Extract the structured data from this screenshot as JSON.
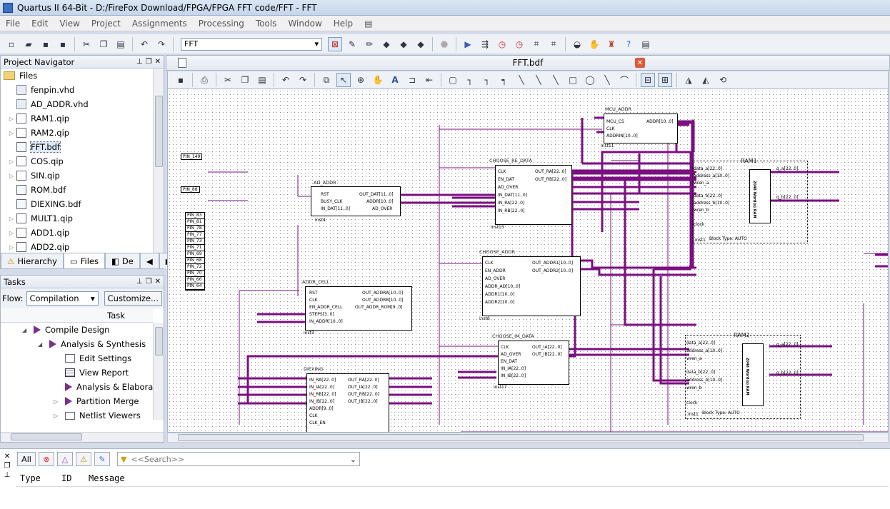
{
  "window": {
    "title": "Quartus II 64-Bit - D:/FireFox Download/FPGA/FPGA FFT code/FFT - FFT"
  },
  "menu": [
    "File",
    "Edit",
    "View",
    "Project",
    "Assignments",
    "Processing",
    "Tools",
    "Window",
    "Help"
  ],
  "toolbar": {
    "entity_select": "FFT"
  },
  "project_navigator": {
    "title": "Project Navigator",
    "root": "Files",
    "files": [
      {
        "name": "fenpin.vhd",
        "type": "vhd",
        "expandable": false
      },
      {
        "name": "AD_ADDR.vhd",
        "type": "vhd",
        "expandable": false
      },
      {
        "name": "RAM1.qip",
        "type": "qip",
        "expandable": true
      },
      {
        "name": "RAM2.qip",
        "type": "qip",
        "expandable": true
      },
      {
        "name": "FFT.bdf",
        "type": "bdf",
        "expandable": false,
        "selected": true
      },
      {
        "name": "COS.qip",
        "type": "qip",
        "expandable": true
      },
      {
        "name": "SIN.qip",
        "type": "qip",
        "expandable": true
      },
      {
        "name": "ROM.bdf",
        "type": "bdf",
        "expandable": false
      },
      {
        "name": "DIEXING.bdf",
        "type": "bdf",
        "expandable": false
      },
      {
        "name": "MULT1.qip",
        "type": "qip",
        "expandable": true
      },
      {
        "name": "ADD1.qip",
        "type": "qip",
        "expandable": true
      },
      {
        "name": "ADD2.qip",
        "type": "qip",
        "expandable": true
      }
    ],
    "tabs": [
      "Hierarchy",
      "Files",
      "De"
    ]
  },
  "tasks": {
    "title": "Tasks",
    "flow_label": "Flow:",
    "flow_value": "Compilation",
    "customize_label": "Customize...",
    "column_header": "Task",
    "items": [
      {
        "label": "Compile Design",
        "indent": 1,
        "icon": "play-icon"
      },
      {
        "label": "Analysis & Synthesis",
        "indent": 2,
        "icon": "play-icon"
      },
      {
        "label": "Edit Settings",
        "indent": 3,
        "icon": "settings-icon"
      },
      {
        "label": "View Report",
        "indent": 3,
        "icon": "report-icon"
      },
      {
        "label": "Analysis & Elabora",
        "indent": 3,
        "icon": "play-icon"
      },
      {
        "label": "Partition Merge",
        "indent": 3,
        "icon": "play-icon"
      },
      {
        "label": "Netlist Viewers",
        "indent": 3,
        "icon": "folder-icon"
      }
    ]
  },
  "editor": {
    "tab_title": "FFT.bdf",
    "blocks": {
      "ad_addr": {
        "title": "AD_ADDR",
        "inputs": [
          "RST",
          "BUSY_CLK",
          "IN_DAT[11..0]"
        ],
        "outputs": [
          "OUT_DAT[11..0]",
          "ADDR[10..0]",
          "AD_OVER"
        ],
        "inst": "inst4"
      },
      "mcu_addr": {
        "title": "MCU_ADDR",
        "inputs": [
          "MCU_CS",
          "CLK",
          "ADDRIN[10..0]"
        ],
        "outputs": [
          "ADDR[10..0]"
        ],
        "inst": "inst11"
      },
      "choose_re": {
        "title": "CHOOSE_RE_DATA",
        "inputs": [
          "CLK",
          "EN_DAT",
          "AD_OVER",
          "IN_DAT[11..0]",
          "IN_RA[22..0]",
          "IN_RB[22..0]"
        ],
        "outputs": [
          "OUT_RA[22..0]",
          "OUT_RB[22..0]"
        ],
        "inst": "inst13"
      },
      "choose_addr": {
        "title": "CHOOSE_ADDR",
        "inputs": [
          "CLK",
          "EN_ADDR",
          "AD_OVER",
          "ADDR_AD[10..0]",
          "ADDR1[10..0]",
          "ADDR2[10..0]"
        ],
        "outputs": [
          "OUT_ADDR1[10..0]",
          "OUT_ADDR2[10..0]"
        ],
        "inst": "inst6"
      },
      "addr_cell": {
        "title": "ADDR_CELL",
        "inputs": [
          "RST",
          "CLK",
          "EN_ADDR_CELL",
          "STEPS[3..0]",
          "IN_ADDR[10..0]"
        ],
        "outputs": [
          "OUT_ADDRA[10..0]",
          "OUT_ADDRB[10..0]",
          "OUT_ADDR_ROM[9..0]"
        ],
        "inst": "inst3"
      },
      "choose_im": {
        "title": "CHOOSE_IM_DATA",
        "inputs": [
          "CLK",
          "AD_OVER",
          "EN_DAT",
          "IN_IA[22..0]",
          "IN_IB[22..0]"
        ],
        "outputs": [
          "OUT_IA[22..0]",
          "OUT_IB[22..0]"
        ],
        "inst": "inst17"
      },
      "diexing": {
        "title": "DIEXING",
        "inputs": [
          "IN_RA[22..0]",
          "IN_IA[22..0]",
          "IN_RB[22..0]",
          "IN_IB[22..0]",
          "ADDR[9..0]",
          "CLK",
          "CLK_EN"
        ],
        "outputs": [
          "OUT_RA[22..0]",
          "OUT_IA[22..0]",
          "OUT_RB[22..0]",
          "OUT_IB[22..0]"
        ],
        "inst": ""
      },
      "ram1": {
        "title": "RAM1",
        "ports": [
          "data_a[22..0]",
          "address_a[10..0]",
          "wren_a",
          "data_b[22..0]",
          "address_b[10..0]",
          "wren_b",
          "clock"
        ],
        "outputs": [
          "q_a[22..0]",
          "q_b[22..0]"
        ],
        "footer": "Block Type: AUTO",
        "inst": "inst1",
        "label": "2048 Word(s) RAM"
      },
      "ram2": {
        "title": "RAM2",
        "ports": [
          "data_a[22..0]",
          "address_a[10..0]",
          "wren_a",
          "data_b[22..0]",
          "address_b[10..0]",
          "wren_b",
          "clock"
        ],
        "outputs": [
          "q_a[22..0]",
          "q_b[22..0]"
        ],
        "footer": "Block Type: AUTO",
        "inst": "inst1",
        "label": "2048 Word(s) RAM"
      }
    },
    "pin_labels": [
      "PIN_149",
      "PIN_88",
      "PIN_83",
      "PIN_81",
      "PIN_78",
      "PIN_77",
      "PIN_73",
      "PIN_71",
      "PIN_69",
      "PIN_68",
      "PIN_72",
      "PIN_70",
      "PIN_66",
      "PIN_64"
    ]
  },
  "messages": {
    "filter_all": "All",
    "search_placeholder": "<<Search>>",
    "columns": [
      "Type",
      "ID",
      "Message"
    ]
  },
  "colors": {
    "bus": "#7b0f82",
    "wire": "#7b0f82",
    "accent": "#3a6fc4"
  }
}
